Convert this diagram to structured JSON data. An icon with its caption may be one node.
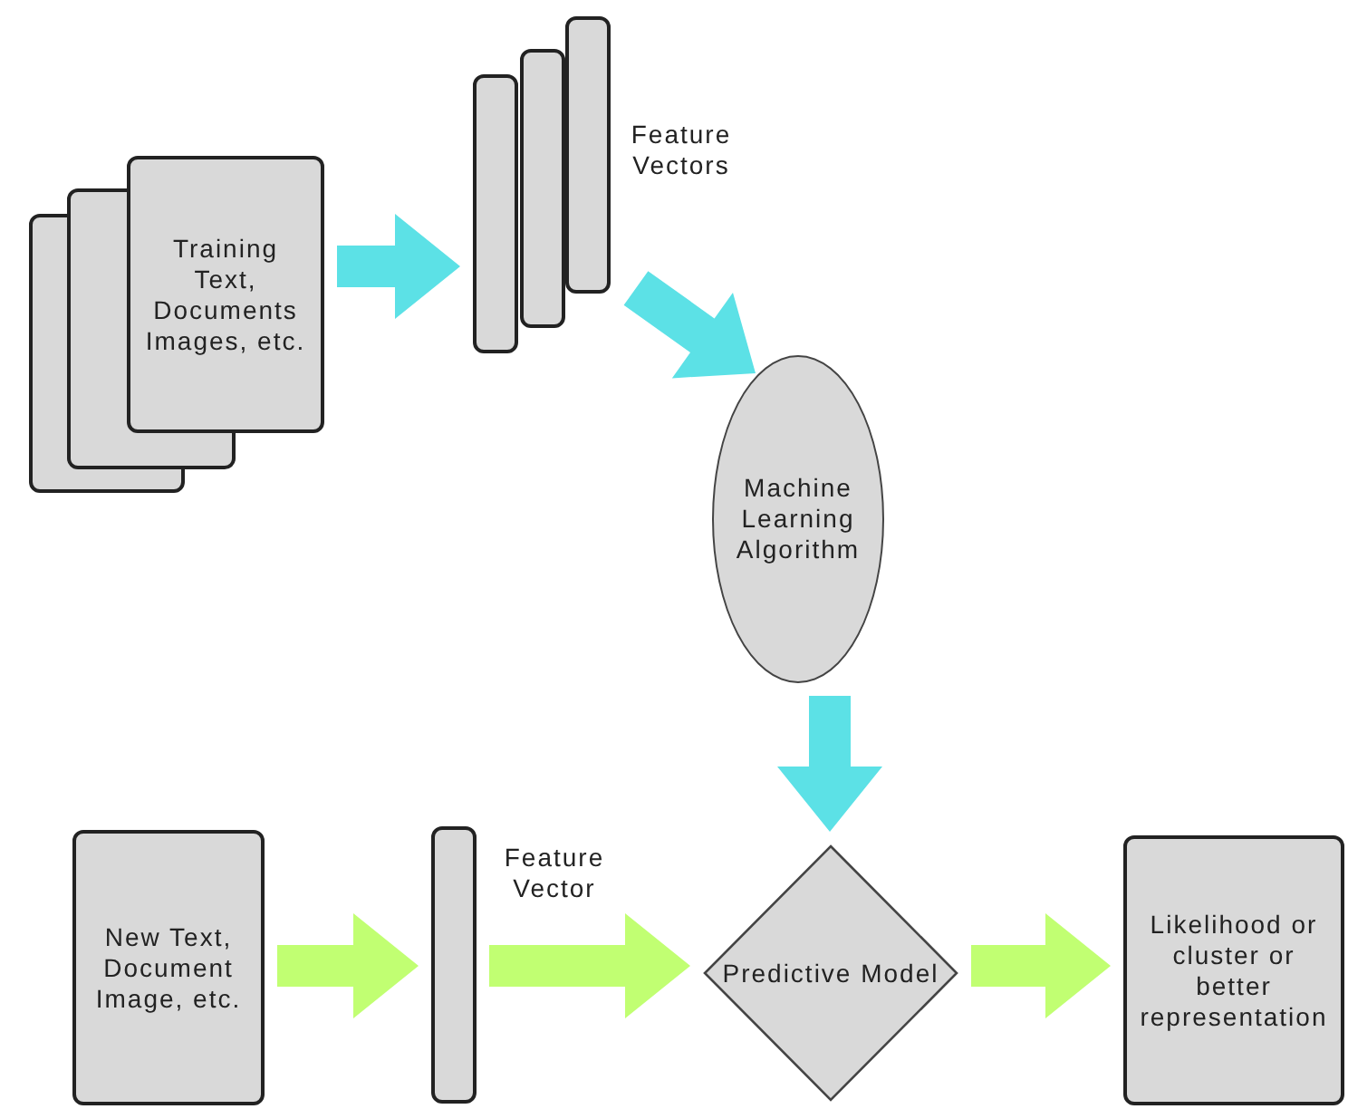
{
  "diagram": {
    "nodes": [
      {
        "text": [
          "Training Text, Documents Images, etc."
        ]
      },
      {
        "text": [],
        "shape": "bar",
        "beside": [
          "Feature Vectors"
        ]
      },
      {
        "text": [
          "Machine Learning Algorithm"
        ]
      },
      {
        "text": [
          "New Text, Document Image, etc."
        ]
      },
      {
        "text": [],
        "shape": "bar",
        "beside": [
          "Feature Vector"
        ]
      },
      {
        "text": [
          "Predictive Model"
        ]
      },
      {
        "text": [
          "Likelihood or cluster or better representation"
        ]
      }
    ],
    "edges": [
      {
        "from": 0,
        "to": 1,
        "arrow": "to",
        "style": "thick",
        "color": "#5ce1e6"
      },
      {
        "from": 1,
        "to": 2,
        "arrow": "to",
        "style": "thick",
        "color": "#5ce1e6"
      },
      {
        "from": 2,
        "to": 5,
        "arrow": "to",
        "style": "thick",
        "color": "#5ce1e6"
      },
      {
        "from": 3,
        "to": 4,
        "arrow": "to",
        "style": "thick",
        "color": "#c1ff72"
      },
      {
        "from": 4,
        "to": 5,
        "arrow": "to",
        "style": "thick",
        "color": "#c1ff72"
      },
      {
        "from": 5,
        "to": 6,
        "arrow": "to",
        "style": "thick",
        "color": "#c1ff72"
      }
    ]
  }
}
